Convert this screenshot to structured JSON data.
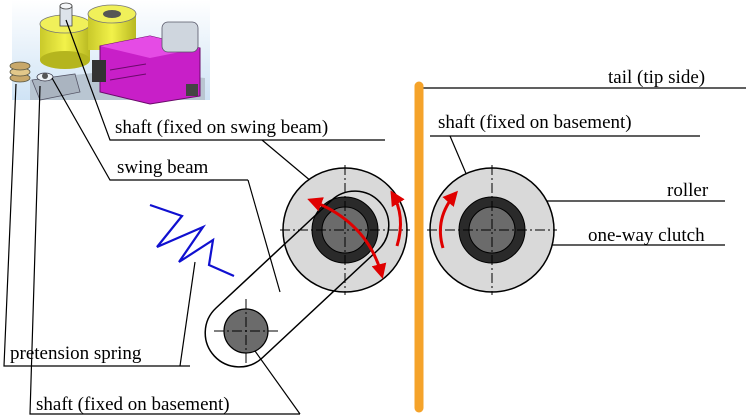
{
  "labels": {
    "tail": "tail (tip side)",
    "shaft_swing": "shaft (fixed on swing beam)",
    "shaft_base_top": "shaft (fixed on basement)",
    "swing_beam": "swing beam",
    "roller": "roller",
    "one_way_clutch": "one-way clutch",
    "pretension_spring": "pretension spring",
    "shaft_base_bottom": "shaft (fixed on basement)"
  },
  "colors": {
    "tail": "#f5a32a",
    "arrows": "#e00000",
    "spring": "#1010d0",
    "roller_fill": "#d9d9d9",
    "clutch_ring": "#2a2a2a",
    "shaft_fill": "#6b6b6b",
    "photo_yellow": "#e6e63a",
    "photo_magenta": "#d21fd2"
  },
  "icons": {
    "inset": "mechanism-photo-inset",
    "rotation": "curved-arrow-icon"
  }
}
